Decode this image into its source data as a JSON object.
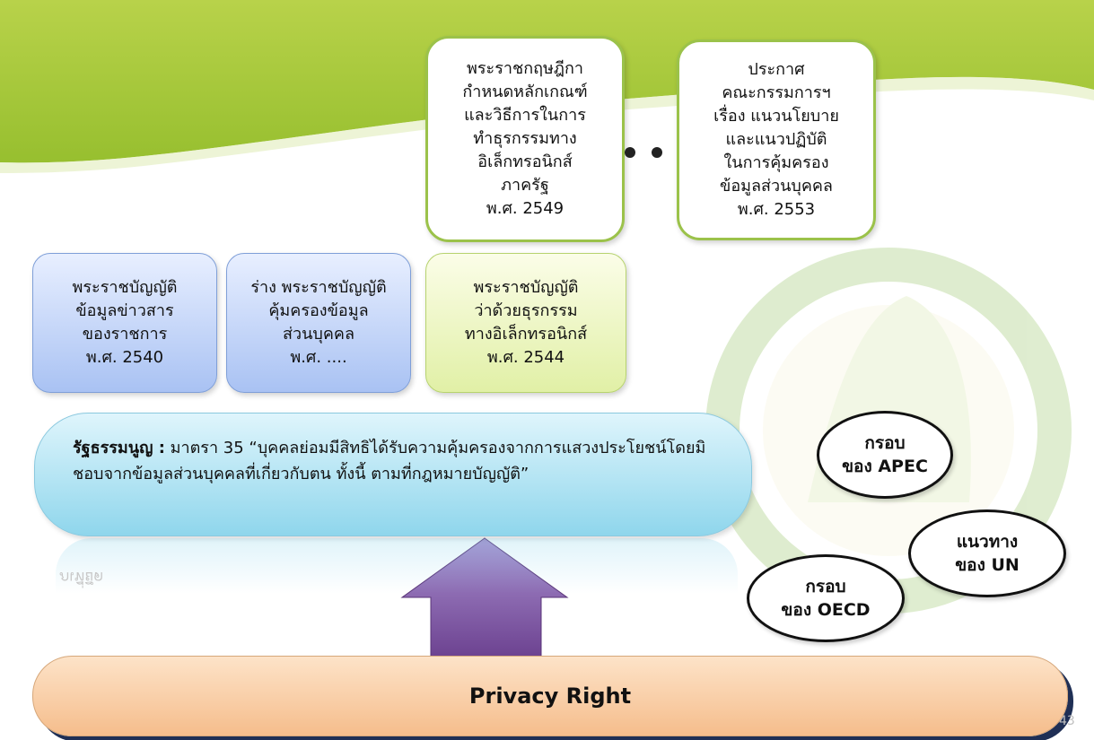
{
  "top_boxes": [
    {
      "text": "พระราชกฤษฎีกา\nกำหนดหลักเกณฑ์\nและวิธีการในการ\nทำธุรกรรมทาง\nอิเล็กทรอนิกส์\nภาครัฐ\nพ.ศ. 2549"
    },
    {
      "text": "ประกาศ\nคณะกรรมการฯ\nเรื่อง แนวนโยบาย\nและแนวปฏิบัติ\nในการคุ้มครอง\nข้อมูลส่วนบุคคล\nพ.ศ. 2553"
    }
  ],
  "law_boxes": [
    {
      "text": "พระราชบัญญัติ\nข้อมูลข่าวสาร\nของราชการ\nพ.ศ. 2540"
    },
    {
      "text": "ร่าง พระราชบัญญัติ\nคุ้มครองข้อมูล\nส่วนบุคคล\nพ.ศ. ...."
    },
    {
      "text": "พระราชบัญญัติ\nว่าด้วยธุรกรรม\nทางอิเล็กทรอนิกส์\nพ.ศ. 2544"
    }
  ],
  "constitution": {
    "label": "รัฐธรรมนูญ :",
    "text": " มาตรา 35 “บุคคลย่อมมีสิทธิได้รับความคุ้มครองจากการแสวงประโยชน์โดยมิชอบจากข้อมูลส่วนบุคคลที่เกี่ยวกับตน ทั้งนี้ ตามที่กฎหมายบัญญัติ”",
    "reflection": "ภเที่ยึด"
  },
  "frameworks": {
    "apec": "กรอบ\nของ APEC",
    "un": "แนวทาง\nของ UN",
    "oecd": "กรอบ\nของ OECD"
  },
  "base": {
    "label": "Privacy Right"
  },
  "page_number": "43",
  "colors": {
    "header_green": "#a9c93a",
    "arrow_purple": "#7a4e9c",
    "base_orange": "#f7c79b",
    "constitution_blue": "#9edbef"
  }
}
